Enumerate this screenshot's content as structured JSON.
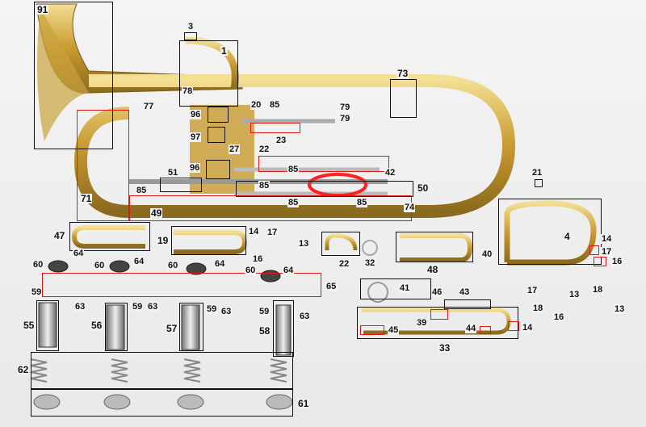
{
  "labels": [
    "91",
    "3",
    "1",
    "73",
    "77",
    "78",
    "96",
    "20",
    "85",
    "79",
    "79",
    "23",
    "97",
    "27",
    "22",
    "85",
    "42",
    "21",
    "51",
    "96",
    "85",
    "85",
    "50",
    "71",
    "85",
    "49",
    "85",
    "74",
    "4",
    "47",
    "19",
    "14",
    "17",
    "13",
    "22",
    "32",
    "48",
    "40",
    "14",
    "17",
    "16",
    "16",
    "60",
    "64",
    "60",
    "64",
    "60",
    "64",
    "60",
    "64",
    "65",
    "59",
    "63",
    "59",
    "63",
    "59",
    "63",
    "59",
    "63",
    "41",
    "46",
    "43",
    "18",
    "17",
    "13",
    "13",
    "55",
    "56",
    "57",
    "58",
    "39",
    "44",
    "45",
    "14",
    "33",
    "18",
    "16",
    "62",
    "61"
  ],
  "colors": {
    "brass": "#d9b24a",
    "brass_dark": "#8a6a1e",
    "highlight": "#ff2020"
  }
}
